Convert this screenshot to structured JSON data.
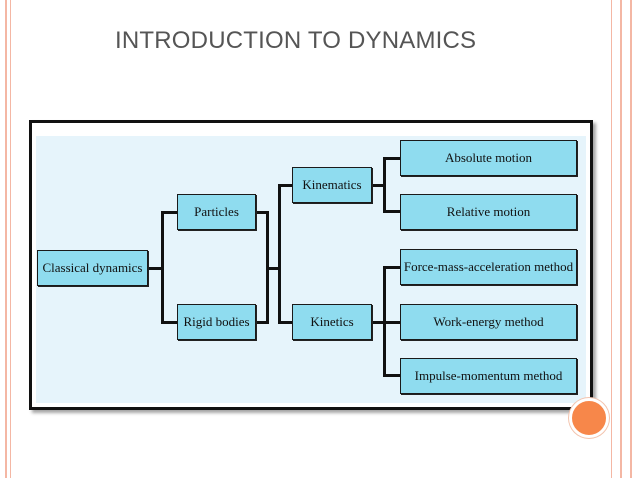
{
  "slide": {
    "title": "INTRODUCTION TO DYNAMICS"
  },
  "diagram": {
    "root": "Classical dynamics",
    "level1": [
      "Particles",
      "Rigid bodies"
    ],
    "level2": [
      "Kinematics",
      "Kinetics"
    ],
    "kinematics_children": [
      "Absolute motion",
      "Relative motion"
    ],
    "kinetics_children": [
      "Force-mass-acceleration method",
      "Work-energy method",
      "Impulse-momentum method"
    ]
  },
  "colors": {
    "box_fill": "#8fdcef",
    "panel_bg": "#e6f4fb",
    "accent_orange": "#f7874a",
    "side_border": "#f4b7a4",
    "title_text": "#555555"
  }
}
